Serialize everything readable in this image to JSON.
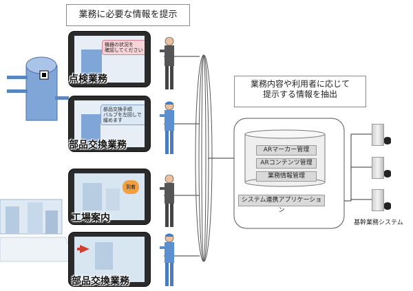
{
  "header_callout": "業務に必要な情報を提示",
  "right_callout": [
    "業務内容や利用者に応じて",
    "提示する情報を抽出"
  ],
  "tablets": [
    {
      "label": "点検業務",
      "bubble": [
        "機器の状況を",
        "確認してください"
      ],
      "bubble_color": "#f6d4d8"
    },
    {
      "label": "部品交換業務",
      "bubble": [
        "部品交換手順",
        "バルブを左回しで",
        "緩めます"
      ],
      "bubble_color": "#dbe8f6"
    },
    {
      "label": "工場案内",
      "bubble": [
        "到着"
      ],
      "bubble_color": "#f0a040"
    },
    {
      "label": "部品交換業務",
      "bubble": [],
      "bubble_color": "#d04030"
    }
  ],
  "system": {
    "layers": [
      "ARマーカー管理",
      "ARコンテンツ管理",
      "業務情報管理"
    ],
    "app": "システム連携アプリケーション"
  },
  "core_system_label": "基幹業務システム",
  "colors": {
    "line": "#333333",
    "tablet_frame": "#2b2b2b",
    "layer_fill": "#d9d9d9"
  }
}
